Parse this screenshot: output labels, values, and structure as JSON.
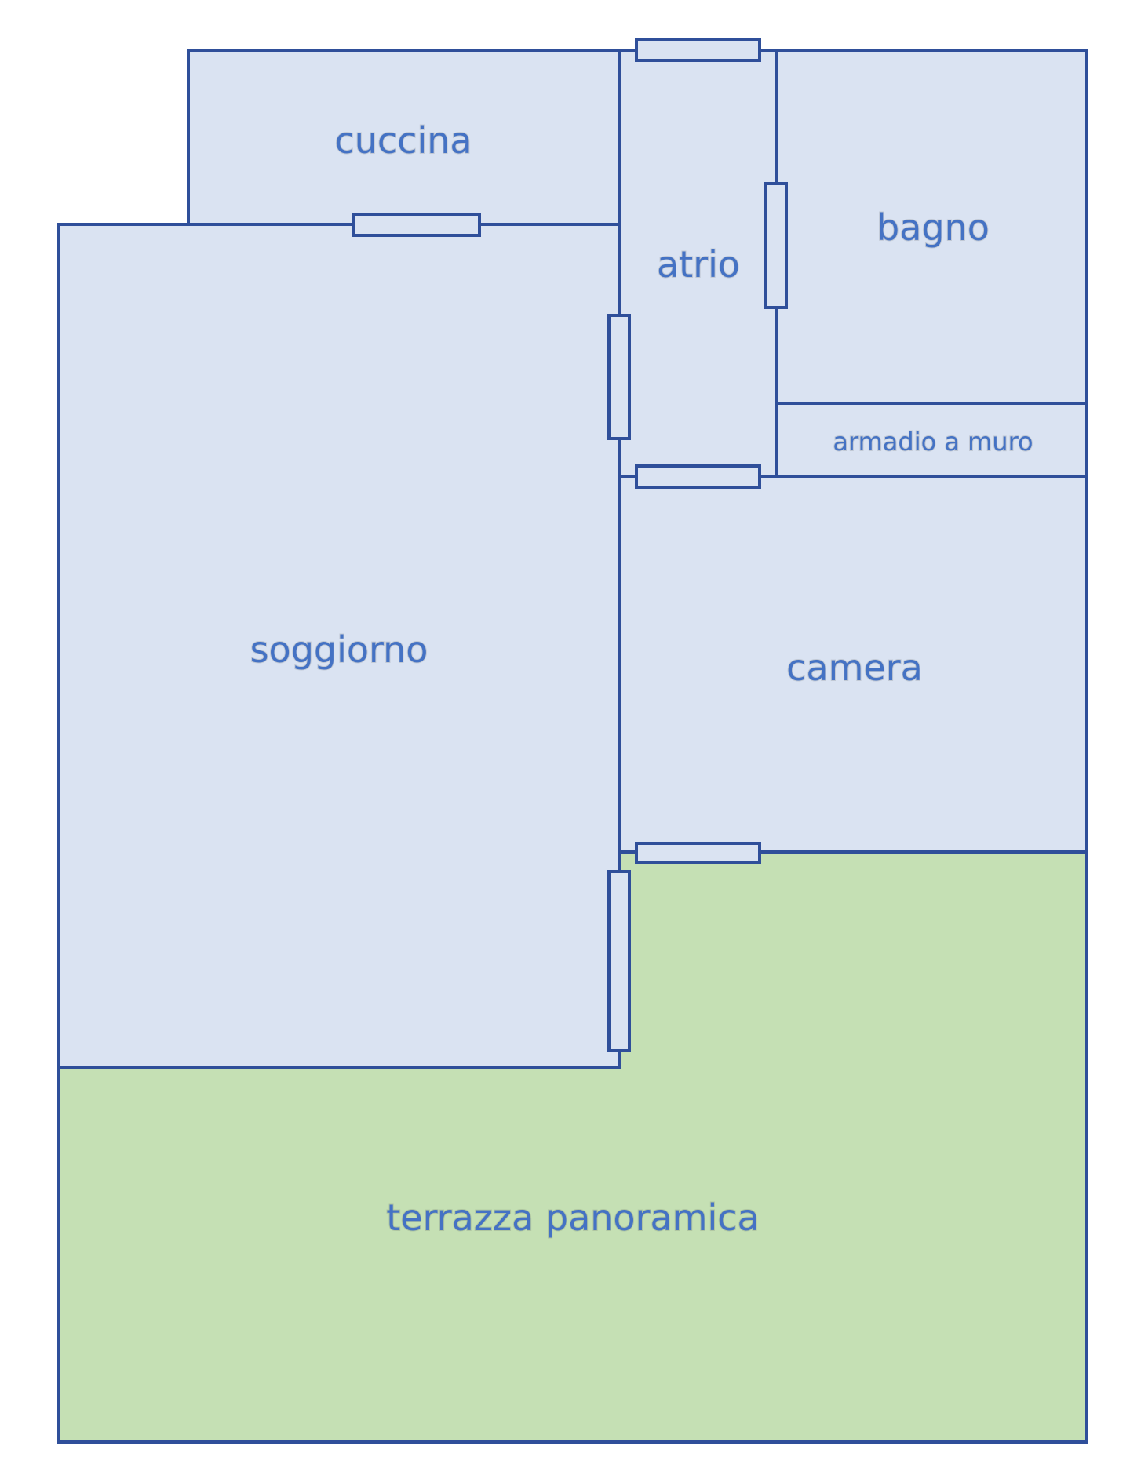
{
  "floor_plan": {
    "colors": {
      "wall": "#2f4f9a",
      "indoor_fill": "#dae3f2",
      "terrace_fill": "#c5e0b4",
      "label": "#4472c4"
    },
    "rooms": {
      "kitchen": "cuccina",
      "hall": "atrio",
      "bathroom": "bagno",
      "closet": "armadio a muro",
      "living_room": "soggiorno",
      "bedroom": "camera",
      "terrace": "terrazza panoramica"
    }
  }
}
